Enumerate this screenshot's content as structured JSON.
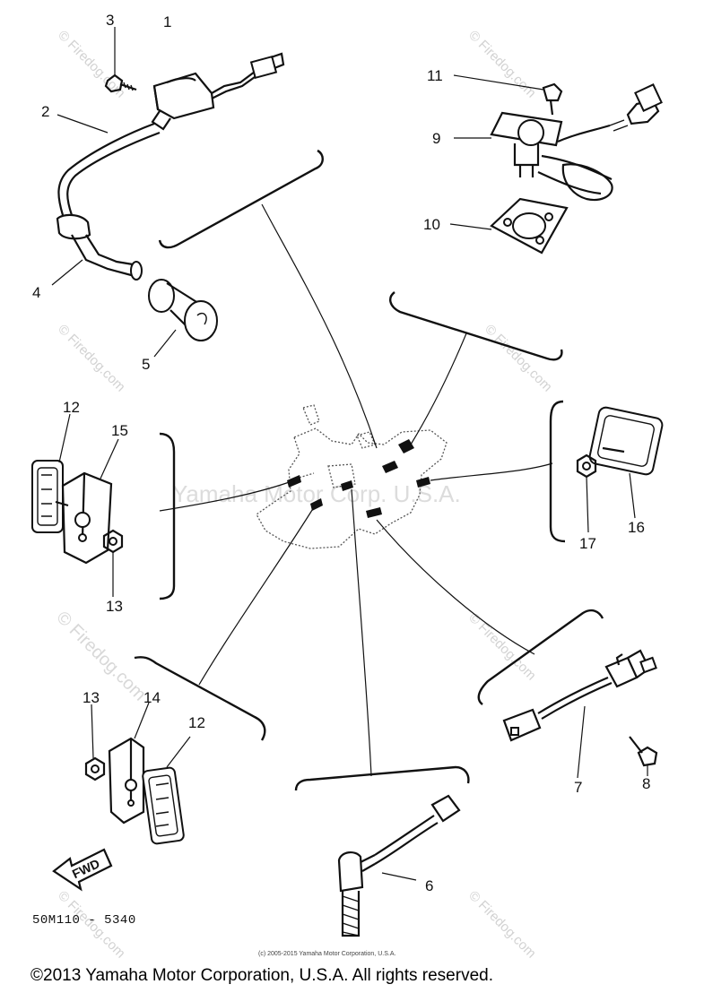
{
  "diagram": {
    "part_numbers": {
      "p1": "1",
      "p2": "2",
      "p3": "3",
      "p4": "4",
      "p5": "5",
      "p6": "6",
      "p7": "7",
      "p8": "8",
      "p9": "9",
      "p10": "10",
      "p11": "11",
      "p12a": "12",
      "p12b": "12",
      "p13a": "13",
      "p13b": "13",
      "p14": "14",
      "p15": "15",
      "p16": "16",
      "p17": "17"
    },
    "direction_label": "FWD",
    "drawing_code": "50M110 - 5340",
    "small_copyright": "(c) 2005-2015 Yamaha Motor Corporation, U.S.A.",
    "copyright": "©2013 Yamaha Motor Corporation, U.S.A. All rights reserved.",
    "watermarks": {
      "center": "Yamaha Motor Corp. U.S.A.",
      "firedog": "© Firedog.com",
      "firedog_faint": "© Firedog.com"
    }
  }
}
